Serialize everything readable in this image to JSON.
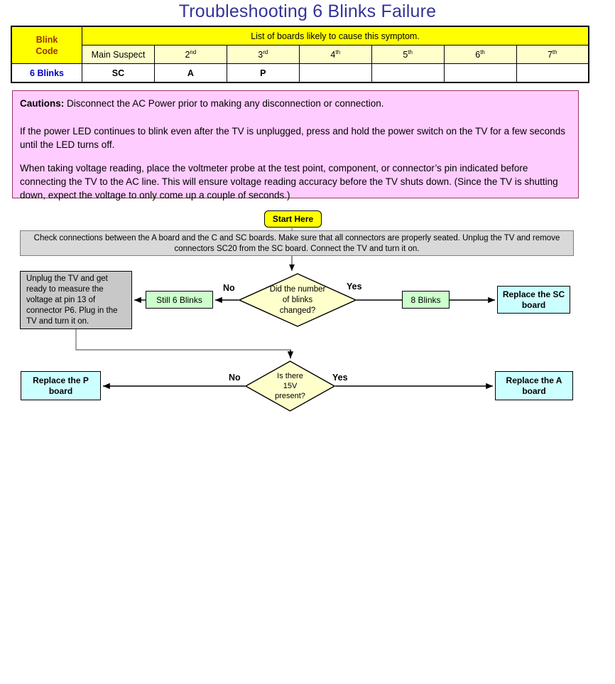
{
  "page": {
    "title": "Troubleshooting 6 Blinks Failure",
    "title_color": "#333399",
    "background": "#ffffff"
  },
  "blink_table": {
    "code_header": {
      "line1": "Blink",
      "line2": "Code"
    },
    "list_header": "List of boards likely to cause this symptom.",
    "column_headers": [
      {
        "label": "Main Suspect",
        "sup": ""
      },
      {
        "label": "2",
        "sup": "nd"
      },
      {
        "label": "3",
        "sup": "rd"
      },
      {
        "label": "4",
        "sup": "th"
      },
      {
        "label": "5",
        "sup": "th"
      },
      {
        "label": "6",
        "sup": "th"
      },
      {
        "label": "7",
        "sup": "th"
      }
    ],
    "rows": [
      {
        "code": "6 Blinks",
        "values": [
          "SC",
          "A",
          "P",
          "",
          "",
          "",
          ""
        ]
      }
    ],
    "colors": {
      "header_yellow": "#ffff00",
      "subheader_cream": "#ffffcc",
      "code_text": "#993300",
      "row_code_text": "#0000cc"
    }
  },
  "cautions": {
    "label": "Cautions:",
    "lead": " Disconnect the AC Power prior to making any disconnection or connection.",
    "para2": "If the power LED continues to blink even after the TV is unplugged, press and hold the power switch on the TV for a few seconds until the LED turns off.",
    "para3": "When taking voltage reading, place the voltmeter probe at the test point, component, or connector’s pin indicated before connecting the TV to the AC line. This will ensure voltage reading accuracy before the TV shuts down. (Since the TV is shutting down, expect the voltage to only come up a couple of seconds.)",
    "background": "#ffccff",
    "border_color": "#993366"
  },
  "flowchart": {
    "start_button": "Start Here",
    "check_instruction": "Check connections between the A board and the C and SC boards. Make sure that all connectors are properly seated. Unplug the TV and remove connectors SC20 from the SC board. Connect the TV and turn it on.",
    "nodes": {
      "unplug_measure": "Unplug the TV and get ready to measure the voltage at pin 13 of connector P6. Plug in the TV and turn it on.",
      "still_6_blinks": "Still 6 Blinks",
      "eight_blinks": "8 Blinks",
      "replace_sc": "Replace the SC board",
      "replace_p": "Replace the P board",
      "replace_a": "Replace the A board"
    },
    "decisions": {
      "blinks_changed": {
        "line1": "Did the number",
        "line2": "of blinks",
        "line3": "changed?"
      },
      "fifteen_volts": {
        "line1": "Is there",
        "line2": "15V",
        "line3": "present?"
      }
    },
    "edge_labels": {
      "no_1": "No",
      "yes_1": "Yes",
      "no_2": "No",
      "yes_2": "Yes"
    },
    "colors": {
      "start_yellow": "#ffff00",
      "instruction_grey": "#d9d9d9",
      "process_grey": "#c8c8c8",
      "state_green": "#ccffcc",
      "action_cyan": "#ccffff",
      "decision_cream": "#ffffcc",
      "edge": "#000000"
    }
  }
}
